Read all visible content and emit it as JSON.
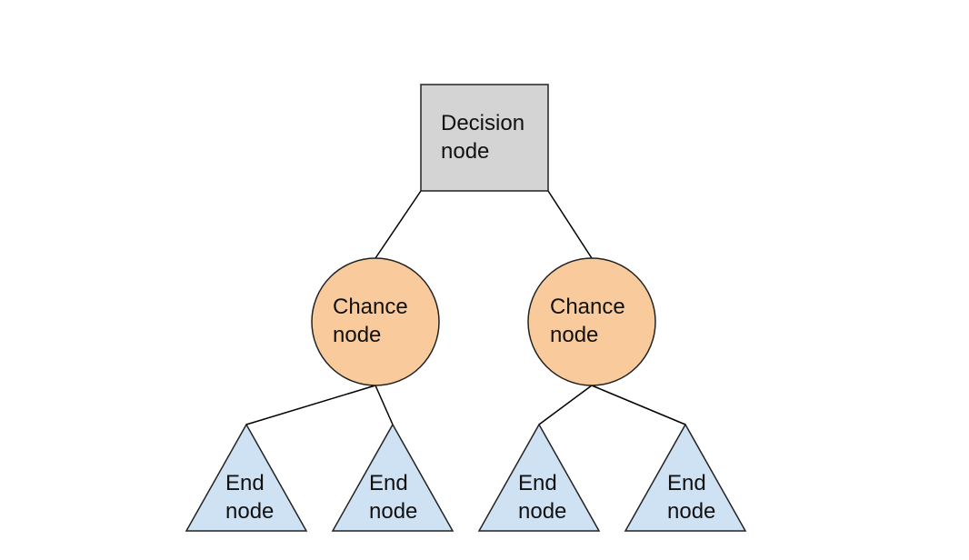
{
  "colors": {
    "decision_fill": "#d4d4d4",
    "chance_fill": "#f9cb9c",
    "end_fill": "#cfe2f3",
    "edge": "#000000",
    "outline": "#222222"
  },
  "nodes": {
    "decision": {
      "line1": "Decision",
      "line2": "node"
    },
    "chance_left": {
      "line1": "Chance",
      "line2": "node"
    },
    "chance_right": {
      "line1": "Chance",
      "line2": "node"
    },
    "end_1": {
      "line1": "End",
      "line2": "node"
    },
    "end_2": {
      "line1": "End",
      "line2": "node"
    },
    "end_3": {
      "line1": "End",
      "line2": "node"
    },
    "end_4": {
      "line1": "End",
      "line2": "node"
    }
  }
}
